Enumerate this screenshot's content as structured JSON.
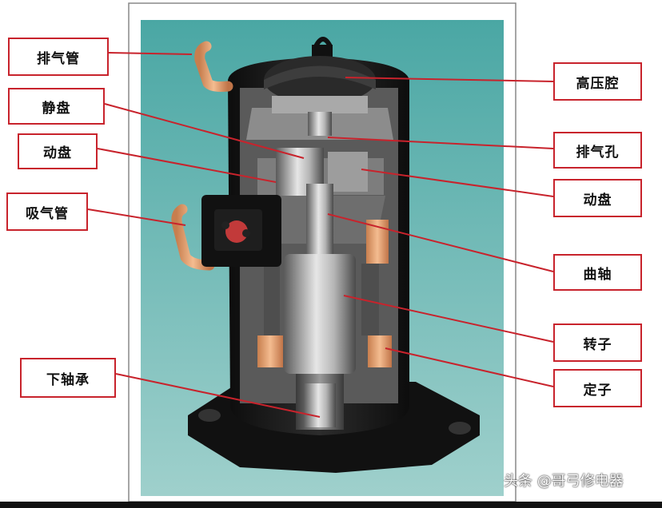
{
  "labels": {
    "exhaust_pipe": "排气管",
    "fixed_scroll": "静盘",
    "orbiting_scroll_left": "动盘",
    "suction_pipe": "吸气管",
    "lower_bearing": "下轴承",
    "high_pressure_chamber": "高压腔",
    "exhaust_hole": "排气孔",
    "orbiting_scroll_right": "动盘",
    "crankshaft": "曲轴",
    "rotor": "转子",
    "stator": "定子"
  },
  "watermark": "头条 @哥弓修电器",
  "colors": {
    "callout_border": "#c8232c",
    "leader_line": "#c8232c",
    "background": "#5fa9a3",
    "shell": "#1a1a1a",
    "copper": "#e5a374"
  }
}
